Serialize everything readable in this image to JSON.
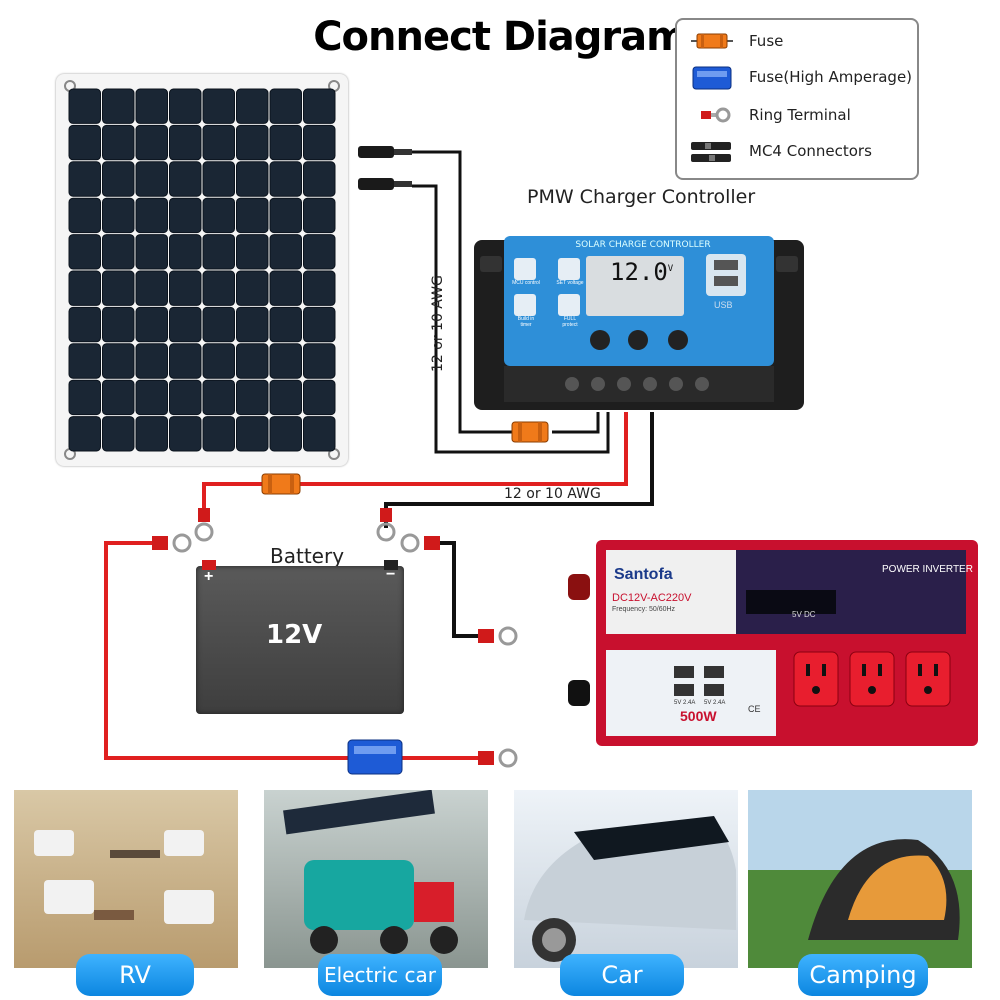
{
  "title": "Connect Diagram",
  "legend": {
    "items": [
      {
        "label": "Fuse",
        "icon": "fuse-icon"
      },
      {
        "label": "Fuse(High Amperage)",
        "icon": "high-amperage-fuse-icon"
      },
      {
        "label": "Ring Terminal",
        "icon": "ring-terminal-icon"
      },
      {
        "label": "MC4 Connectors",
        "icon": "mc4-connector-icon"
      }
    ]
  },
  "controller": {
    "label": "PMW Charger Controller",
    "header": "SOLAR CHARGE CONTROLLER",
    "display": "12.0",
    "display_unit": "V",
    "buttons": [
      "MCU control",
      "SET voltage",
      "Build in timer",
      "FULL protect"
    ],
    "usb": "USB"
  },
  "wires": {
    "awg_vertical": "12 or 10 AWG",
    "awg_horizontal": "12 or 10 AWG"
  },
  "battery": {
    "label": "Battery",
    "voltage": "12V",
    "plus": "+",
    "minus": "−"
  },
  "inverter": {
    "brand": "Santofa",
    "model": "DC12V-AC220V",
    "frequency": "Frequency: 50/60Hz",
    "title": "POWER INVERTER",
    "power": "500W",
    "usb_a": "5V 2.4A",
    "usb_b": "5V 2.4A",
    "display_text": "5V DC",
    "ce": "CE"
  },
  "applications": [
    {
      "label": "RV"
    },
    {
      "label": "Electric car"
    },
    {
      "label": "Car"
    },
    {
      "label": "Camping"
    }
  ],
  "colors": {
    "wire_red": "#e02020",
    "wire_black": "#111111",
    "controller_blue": "#2e8fd8",
    "inverter_red": "#c8102e",
    "pill_blue": "#1a9af0",
    "fuse_orange": "#f07a1a",
    "fuse_blue": "#1e5bd6"
  }
}
